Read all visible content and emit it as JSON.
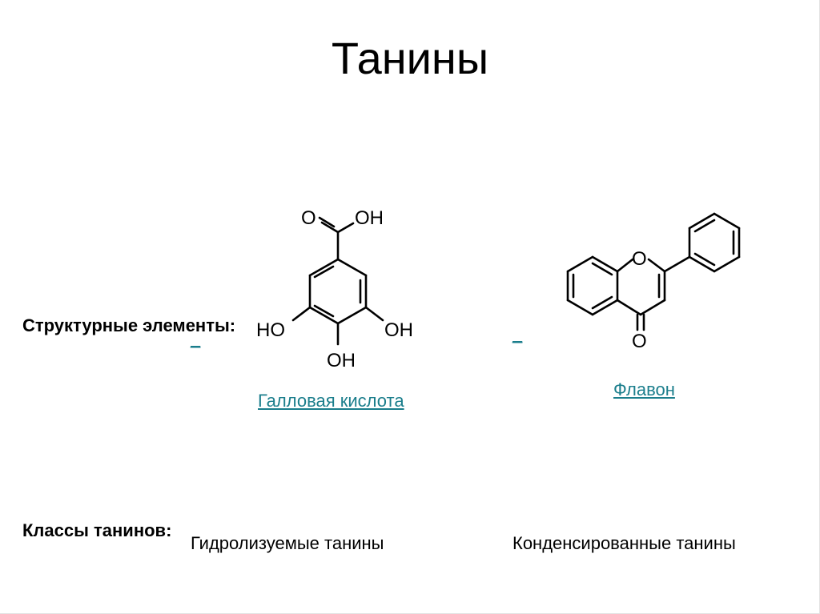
{
  "title": "Танины",
  "rows": {
    "structural_elements_label": "Структурные элементы:",
    "classes_label": "Классы танинов:"
  },
  "structures": {
    "gallic_acid": {
      "link_placeholder": "_",
      "name": "Галловая кислота",
      "atoms": {
        "O": "O",
        "OH_top": "OH",
        "HO_left": "HO",
        "OH_right": "OH",
        "OH_bottom": "OH"
      }
    },
    "flavone": {
      "link_placeholder": "_",
      "name": "Флавон",
      "atoms": {
        "O_ring": "O",
        "O_carbonyl": "O"
      }
    }
  },
  "classes": {
    "hydrolyzable": "Гидролизуемые танины",
    "condensed": "Конденсированные танины"
  },
  "colors": {
    "link": "#1b7e8c",
    "text": "#000000",
    "background": "#ffffff"
  }
}
